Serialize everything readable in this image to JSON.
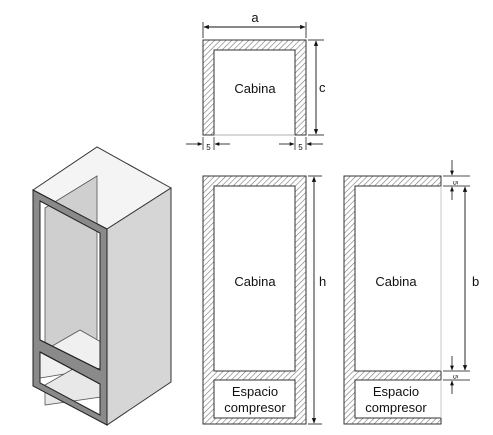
{
  "dimensions": {
    "a": "a",
    "b": "b",
    "c": "c",
    "h": "h",
    "wall_left": "5",
    "wall_right": "5",
    "wall_top": "5",
    "wall_bottom": "5"
  },
  "labels": {
    "cabina_top": "Cabina",
    "cabina_middle": "Cabina",
    "cabina_right": "Cabina",
    "compressor_middle_line1": "Espacio",
    "compressor_middle_line2": "compresor",
    "compressor_right_line1": "Espacio",
    "compressor_right_line2": "compresor"
  }
}
